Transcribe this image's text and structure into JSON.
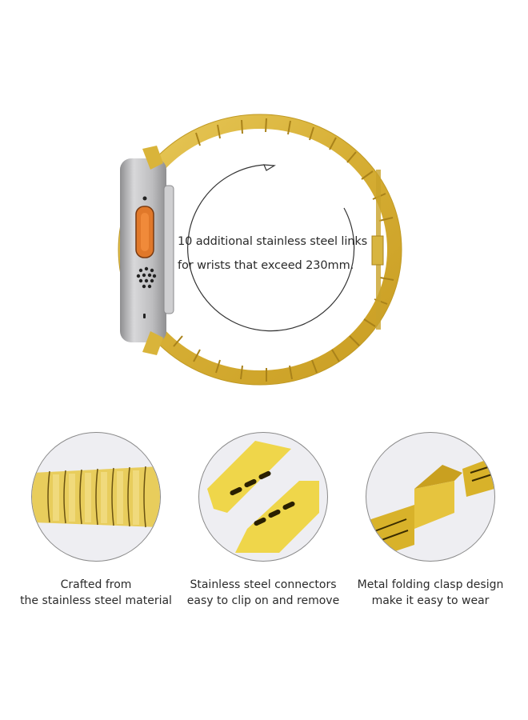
{
  "hero": {
    "callout_line1": "10 additional stainless steel links",
    "callout_line2": "for wrists that exceed 230mm.",
    "icons": [
      "watch-side-icon",
      "curved-arrow-icon"
    ],
    "colors": {
      "gold": "#d9b43a",
      "gold_dark": "#b8901e",
      "steel": "#b9b9bb",
      "button_orange": "#e0782a",
      "line": "#333333"
    }
  },
  "features": [
    {
      "icon": "link-band-closeup-icon",
      "line1": "Crafted from",
      "line2": "the stainless steel material"
    },
    {
      "icon": "connector-closeup-icon",
      "line1": "Stainless steel connectors",
      "line2": "easy to clip on and remove"
    },
    {
      "icon": "clasp-closeup-icon",
      "line1": "Metal folding clasp design",
      "line2": "make it easy to wear"
    }
  ]
}
